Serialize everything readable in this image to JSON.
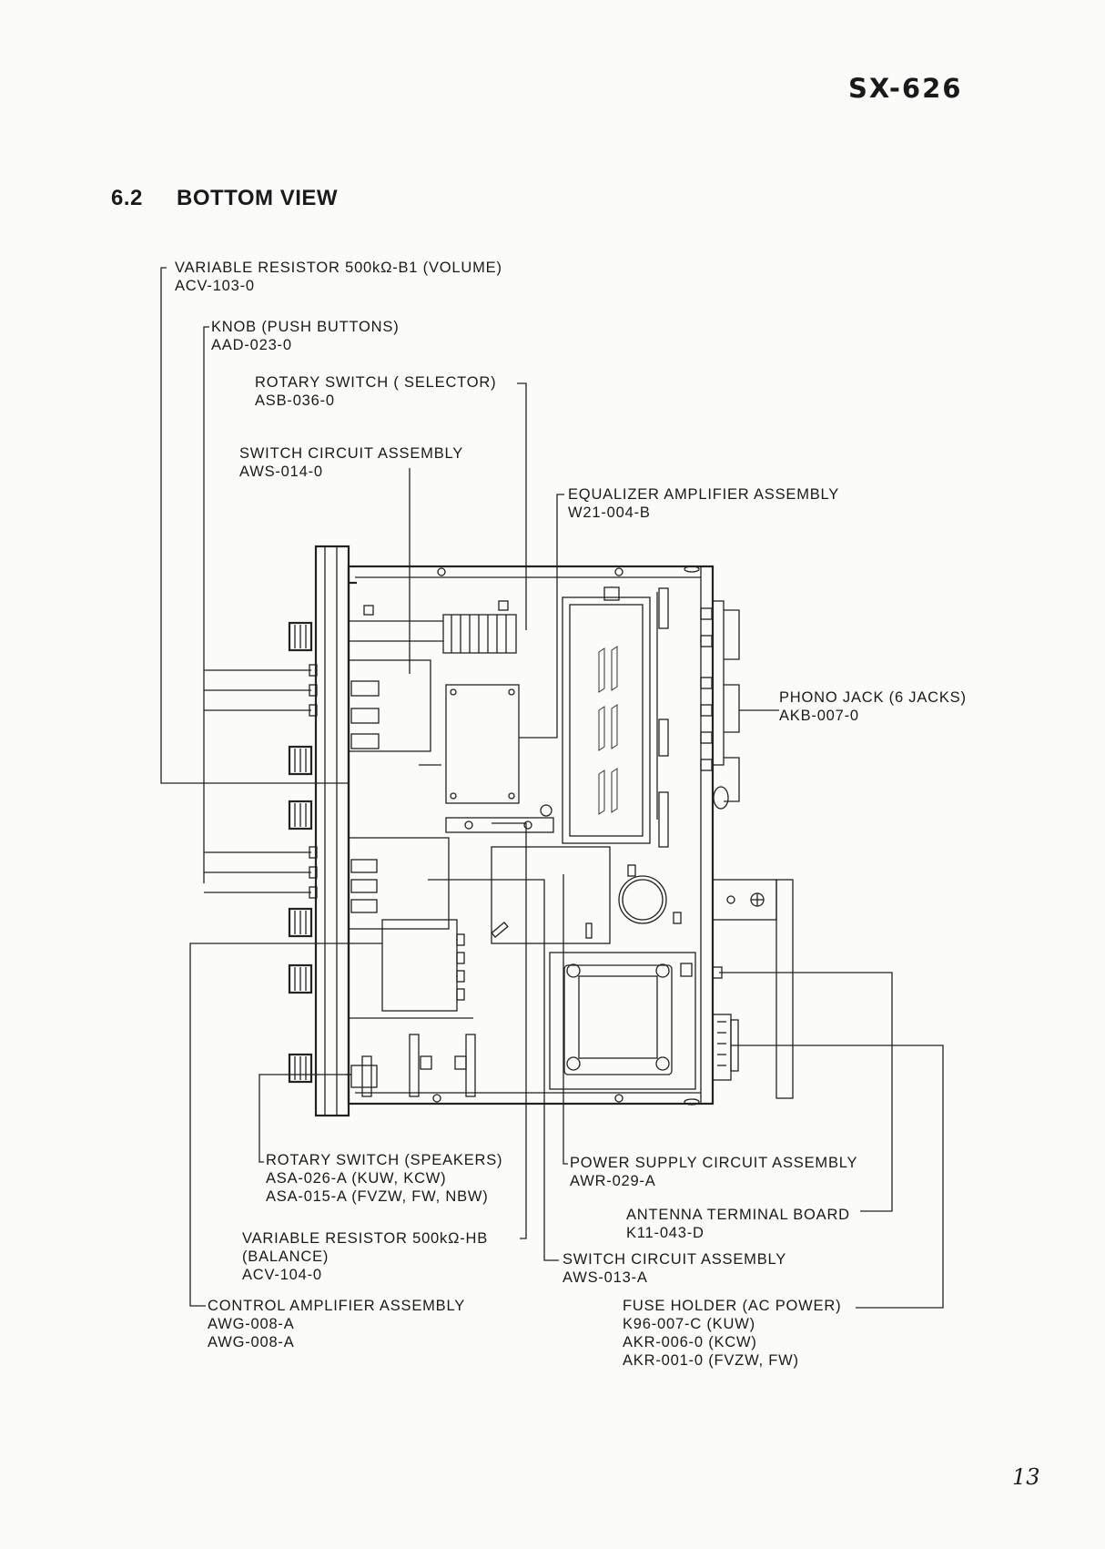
{
  "header": {
    "model": "SX-626"
  },
  "section": {
    "number": "6.2",
    "title": "BOTTOM VIEW"
  },
  "labels": [
    {
      "id": "vr-volume",
      "lines": [
        "VARIABLE RESISTOR 500kΩ-B1 (VOLUME)",
        "ACV-103-0"
      ]
    },
    {
      "id": "knob-push",
      "lines": [
        "KNOB (PUSH BUTTONS)",
        "AAD-023-0"
      ]
    },
    {
      "id": "rotary-selector",
      "lines": [
        "ROTARY SWITCH ( SELECTOR)",
        "ASB-036-0"
      ]
    },
    {
      "id": "switch-circuit-1",
      "lines": [
        "SWITCH CIRCUIT ASSEMBLY",
        "AWS-014-0"
      ]
    },
    {
      "id": "equalizer",
      "lines": [
        "EQUALIZER AMPLIFIER ASSEMBLY",
        "W21-004-B"
      ]
    },
    {
      "id": "phono-jack",
      "lines": [
        "PHONO JACK (6 JACKS)",
        "AKB-007-0"
      ]
    },
    {
      "id": "rotary-speakers",
      "lines": [
        "ROTARY SWITCH (SPEAKERS)",
        "ASA-026-A (KUW, KCW)",
        "ASA-015-A (FVZW, FW, NBW)"
      ]
    },
    {
      "id": "power-supply",
      "lines": [
        "POWER SUPPLY CIRCUIT ASSEMBLY",
        "AWR-029-A"
      ]
    },
    {
      "id": "antenna",
      "lines": [
        "ANTENNA TERMINAL BOARD",
        "K11-043-D"
      ]
    },
    {
      "id": "vr-balance",
      "lines": [
        "VARIABLE RESISTOR 500kΩ-HB",
        "(BALANCE)",
        "ACV-104-0"
      ]
    },
    {
      "id": "switch-circuit-2",
      "lines": [
        "SWITCH CIRCUIT ASSEMBLY",
        "AWS-013-A"
      ]
    },
    {
      "id": "control-amp",
      "lines": [
        "CONTROL AMPLIFIER ASSEMBLY",
        "AWG-008-A",
        "AWG-008-A"
      ]
    },
    {
      "id": "fuse-holder",
      "lines": [
        "FUSE HOLDER (AC POWER)",
        "K96-007-C (KUW)",
        "AKR-006-0 (KCW)",
        "AKR-001-0 (FVZW, FW)"
      ]
    }
  ],
  "footer": {
    "page_number": "13"
  }
}
